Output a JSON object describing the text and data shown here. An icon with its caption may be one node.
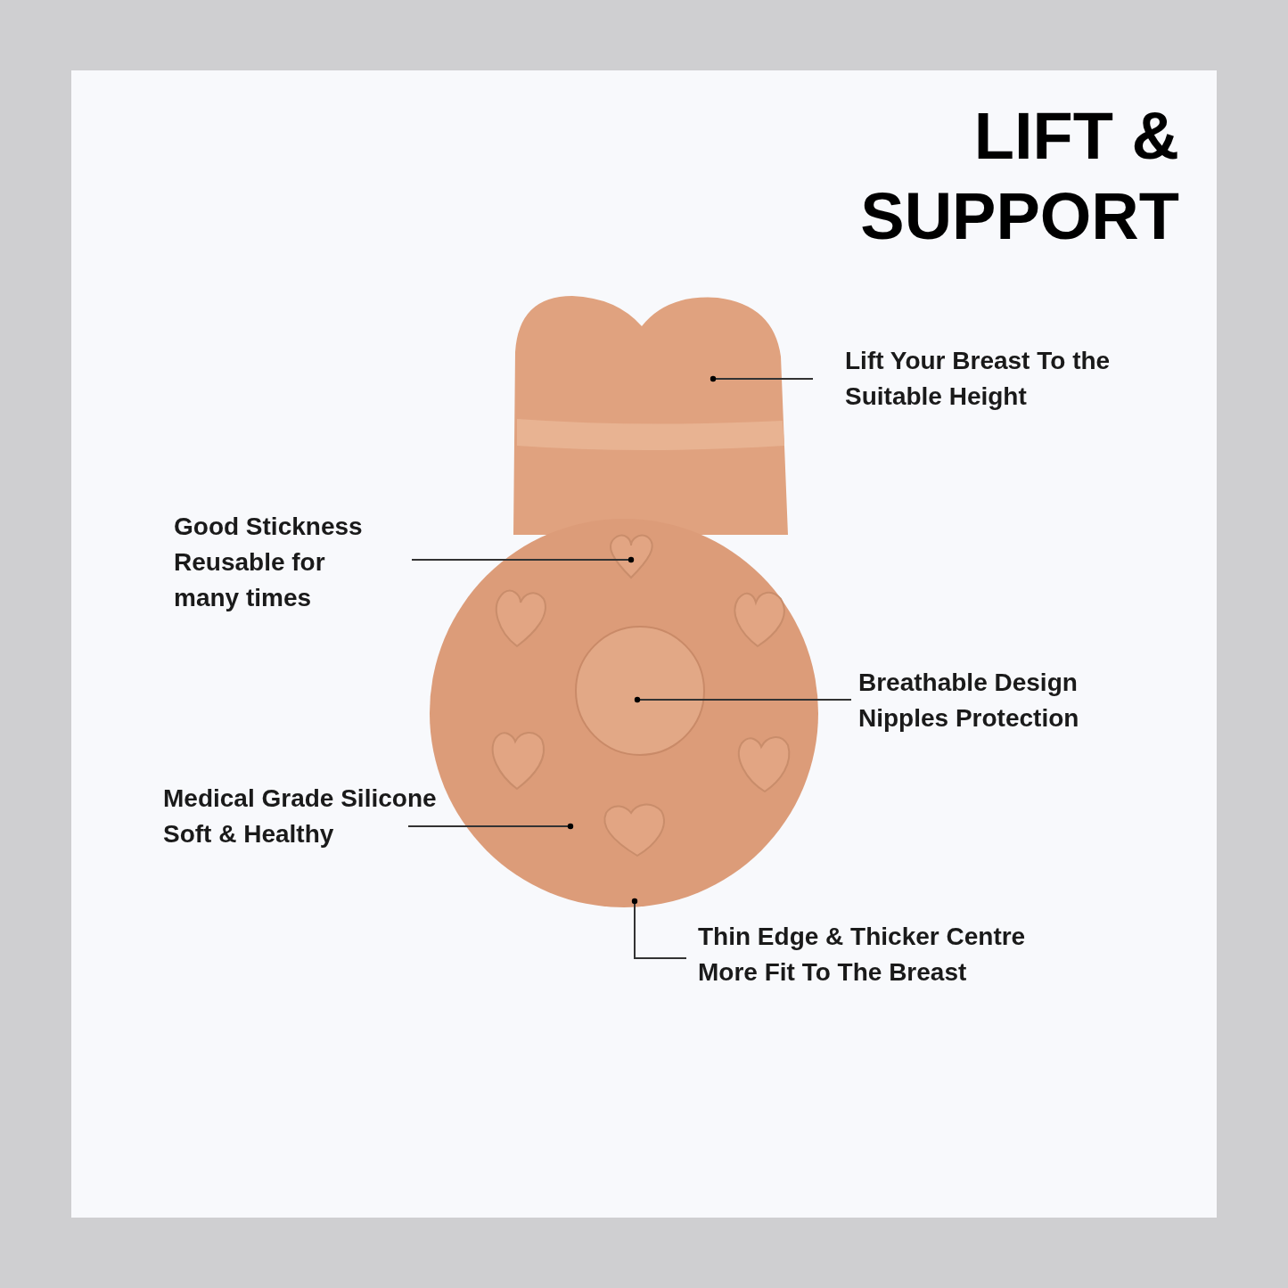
{
  "diagram": {
    "title": "LIFT & SUPPORT",
    "nodes": [
      {
        "text": [
          "Lift Your Breast To the Suitable Height"
        ]
      },
      {
        "text": [
          "Good Stickness Reusable for many times"
        ]
      },
      {
        "text": [
          "Breathable Design Nipples Protection"
        ]
      },
      {
        "text": [
          "Medical Grade Silicone Soft & Healthy"
        ]
      },
      {
        "text": [
          "Thin Edge & Thicker Centre More Fit To The Breast"
        ]
      },
      {
        "text": [],
        "shape": "picture"
      },
      {
        "text": [],
        "shape": "picture"
      },
      {
        "text": [],
        "shape": "picture",
        "in": 6
      },
      {
        "text": [],
        "shape": "picture",
        "in": 6
      }
    ],
    "edges": [
      {
        "from": 0,
        "to": 5,
        "arrow": "other"
      },
      {
        "from": 1,
        "to": 7,
        "arrow": "other"
      },
      {
        "from": 2,
        "to": 8,
        "arrow": "other"
      },
      {
        "from": 3,
        "to": 6,
        "arrow": "other"
      },
      {
        "from": 4,
        "to": 6,
        "arrow": "other"
      }
    ]
  }
}
